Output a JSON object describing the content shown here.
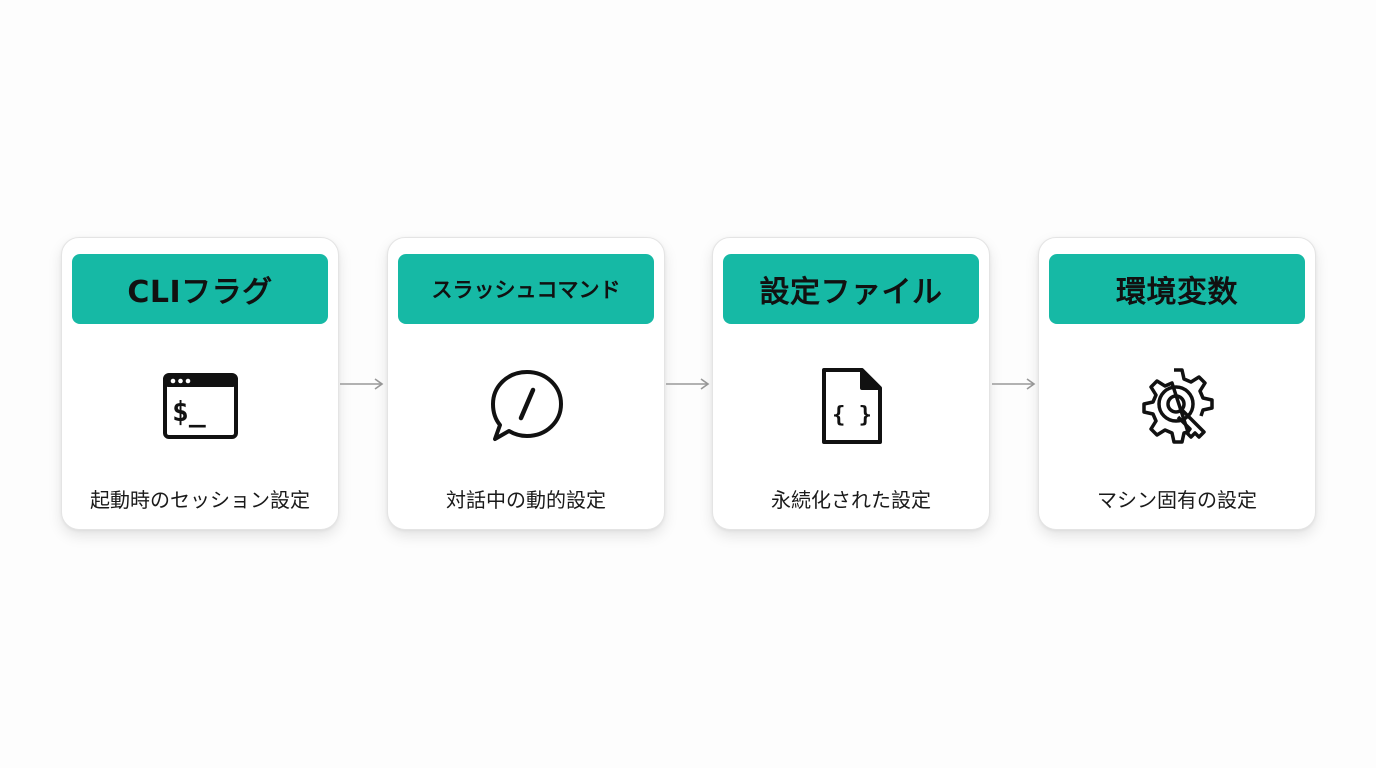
{
  "colors": {
    "header_accent": "#16b9a5",
    "arrow": "#9a9a9a",
    "icon_stroke": "#111111"
  },
  "steps": [
    {
      "title": "CLIフラグ",
      "icon": "terminal-icon",
      "caption": "起動時のセッション設定"
    },
    {
      "title": "スラッシュコマンド",
      "icon": "slash-chat-bubble-icon",
      "caption": "対話中の動的設定"
    },
    {
      "title": "設定ファイル",
      "icon": "json-file-icon",
      "caption": "永続化された設定"
    },
    {
      "title": "環境変数",
      "icon": "gear-key-icon",
      "caption": "マシン固有の設定"
    }
  ]
}
